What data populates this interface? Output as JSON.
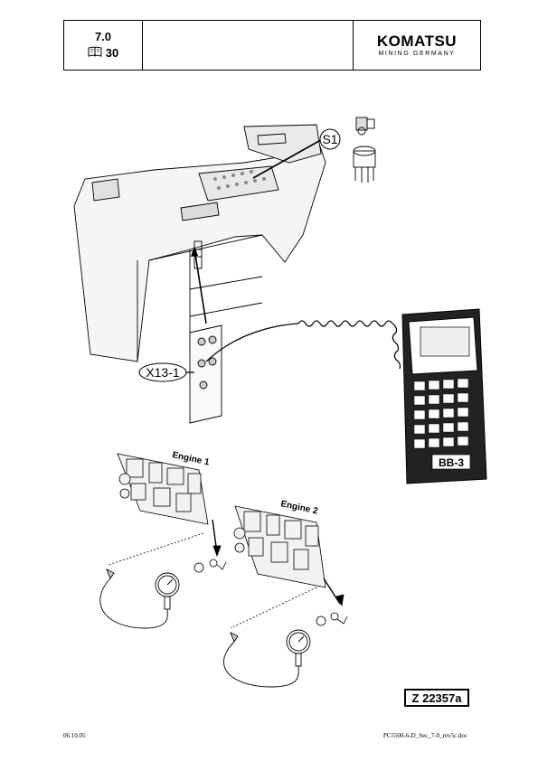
{
  "header": {
    "section": "7.0",
    "page": "30",
    "logo": "KOMATSU",
    "logo_sub": "MINING GERMANY"
  },
  "icons": {
    "book": "book-icon"
  },
  "labels": {
    "s1": "S1",
    "x13": "X13-1",
    "bb3": "BB-3",
    "engine1": "Engine 1",
    "engine2": "Engine 2"
  },
  "reference": "Z 22357a",
  "footer": {
    "date": "06.10.05",
    "filename": "PC5500-6-D_Sec_7-0_rev5c.doc"
  }
}
